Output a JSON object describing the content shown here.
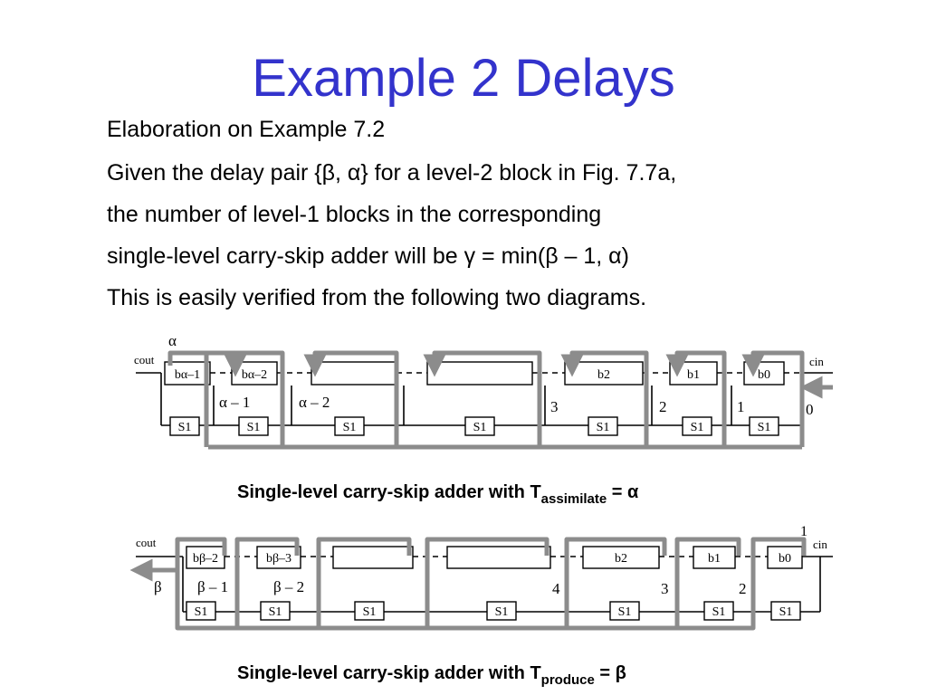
{
  "slide": {
    "title": "Example 2 Delays",
    "lines": [
      "Elaboration on Example 7.2",
      "Given the delay pair {β, α} for a level-2 block in Fig. 7.7a,",
      "the number of level-1 blocks in the corresponding",
      "single-level carry-skip adder will be γ = min(β – 1, α)",
      "This is easily verified from the following two diagrams."
    ]
  },
  "diagram1": {
    "top_label": "α",
    "cout": "cout",
    "cin": "cin",
    "blocks": [
      "bα–1",
      "bα–2",
      "",
      "",
      "b2",
      "b1",
      "b0"
    ],
    "skip_label": "S1",
    "delay_labels": [
      "α – 1",
      "α – 2",
      "3",
      "2",
      "1",
      "0"
    ],
    "caption_prefix": "Single-level carry-skip adder with T",
    "caption_sub": "assimilate",
    "caption_suffix": " = α"
  },
  "diagram2": {
    "top_label": "1",
    "cout": "cout",
    "cin": "cin",
    "side_label": "β",
    "blocks": [
      "bβ–2",
      "bβ–3",
      "",
      "",
      "b2",
      "b1",
      "b0"
    ],
    "skip_label": "S1",
    "delay_labels": [
      "β – 1",
      "β – 2",
      "4",
      "3",
      "2"
    ],
    "caption_prefix": "Single-level carry-skip adder with T",
    "caption_sub": "produce",
    "caption_suffix": " = β"
  },
  "colors": {
    "title": "#3333cc",
    "path": "#8c8c8c",
    "line": "#000000"
  }
}
